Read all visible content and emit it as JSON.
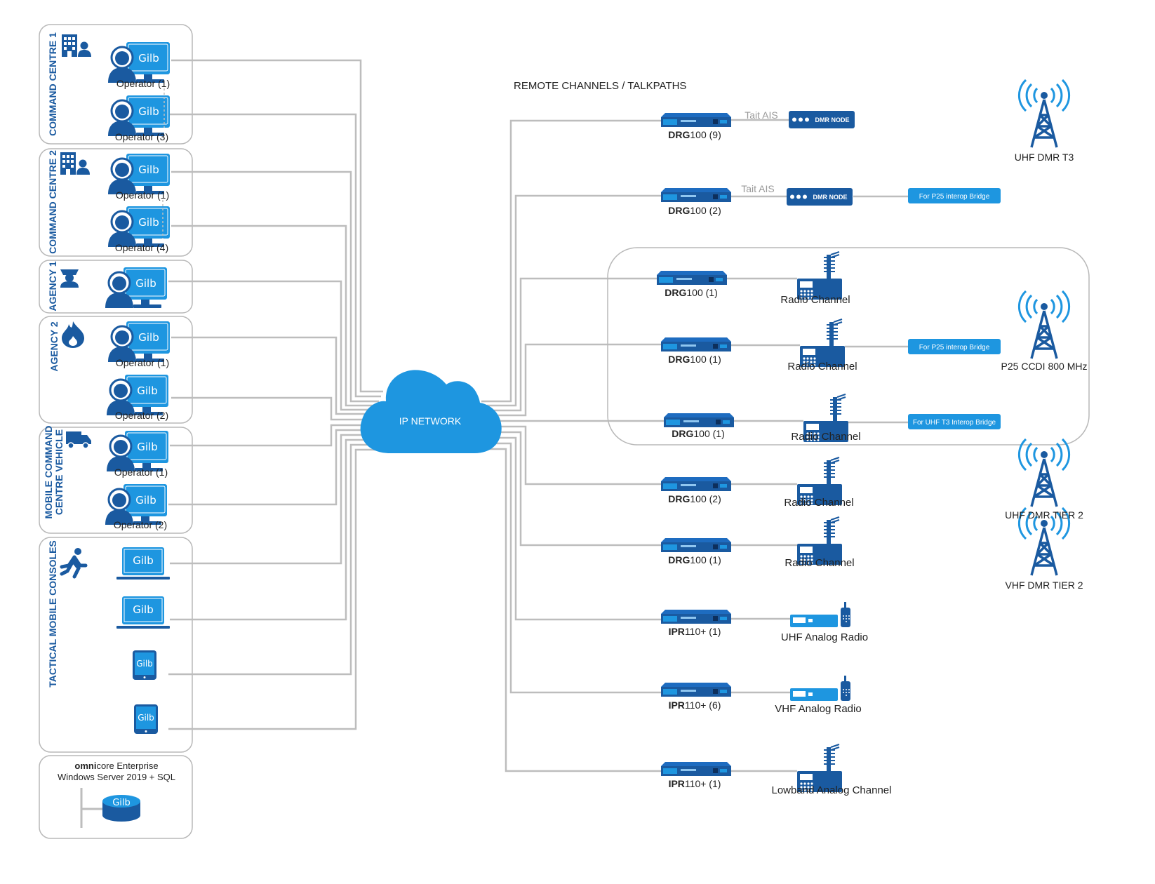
{
  "groups": [
    {
      "title": "COMMAND CENTRE 1",
      "labels": [
        "Operator (1)",
        "Operator (3)"
      ]
    },
    {
      "title": "COMMAND CENTRE 2",
      "labels": [
        "Operator (1)",
        "Operator (4)"
      ]
    },
    {
      "title": "AGENCY 1",
      "labels": []
    },
    {
      "title": "AGENCY 2",
      "labels": [
        "Operator (1)",
        "Operator (2)"
      ]
    },
    {
      "title_lines": [
        "MOBILE COMMAND",
        "CENTRE VEHICLE"
      ],
      "labels": [
        "Operator (1)",
        "Operator (2)"
      ]
    },
    {
      "title": "TACTICAL MOBILE CONSOLES"
    }
  ],
  "server": {
    "brand_bold": "omni",
    "brand_rest": "core Enterprise",
    "line2": "Windows Server 2019 + SQL"
  },
  "console_logo": "Gilb",
  "network": {
    "label": "IP NETWORK"
  },
  "remote_title": "REMOTE CHANNELS / TALKPATHS",
  "gateways": [
    {
      "bold": "DRG",
      "rest": "100 (9)",
      "link_label": "Tait AIS",
      "node": "DMR NODE",
      "end": ""
    },
    {
      "bold": "DRG",
      "rest": "100 (2)",
      "link_label": "Tait AIS",
      "node": "DMR NODE",
      "end": "For P25 interop Bridge"
    },
    {
      "bold": "DRG",
      "rest": "100 (1)",
      "device": "Radio Channel",
      "end": ""
    },
    {
      "bold": "DRG",
      "rest": "100 (1)",
      "device": "Radio Channel",
      "end": "For P25 interop Bridge"
    },
    {
      "bold": "DRG",
      "rest": "100 (1)",
      "device": "Radio Channel",
      "end": "For UHF T3 Interop Bridge"
    },
    {
      "bold": "DRG",
      "rest": "100 (2)",
      "device": "Radio Channel"
    },
    {
      "bold": "DRG",
      "rest": "100 (1)",
      "device": "Radio Channel"
    },
    {
      "bold": "IPR",
      "rest": "110+ (1)",
      "device": "UHF Analog Radio"
    },
    {
      "bold": "IPR",
      "rest": "110+ (6)",
      "device": "VHF Analog Radio"
    },
    {
      "bold": "IPR",
      "rest": "110+ (1)",
      "device": "Lowband Analog Channel"
    }
  ],
  "towers": [
    "UHF DMR T3",
    "P25 CCDI 800 MHz",
    "UHF DMR TIER 2",
    "VHF DMR TIER 2"
  ],
  "colors": {
    "brand_dark": "#1a5aa0",
    "brand_light": "#1e96e0",
    "line": "#bdbdbd",
    "box_stroke": "#b8b8b8"
  }
}
